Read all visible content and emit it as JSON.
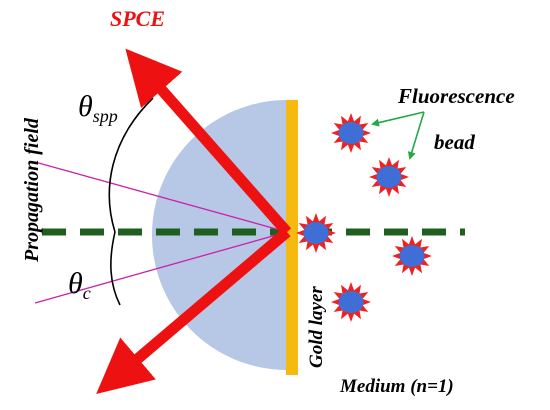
{
  "labels": {
    "spce": "SPCE",
    "propagation_field": "Propagation field",
    "theta_spp_symbol": "θ",
    "theta_spp_sub": "spp",
    "theta_c_symbol": "θ",
    "theta_c_sub": "c",
    "fluorescence_line1": "Fluorescence",
    "fluorescence_line2": "bead",
    "gold_layer": "Gold layer",
    "medium": "Medium (n=1)"
  },
  "colors": {
    "arrow": "#ee1111",
    "prism": "#b7c7e6",
    "gold": "#f5b90f",
    "dashed_axis": "#1e5e1e",
    "thin_lines": "#cc22aa",
    "bead_fill": "#3f6fd6",
    "bead_spikes": "#ee2222",
    "pointer": "#22aa44",
    "text": "#000000",
    "spce_text": "#ee1111"
  }
}
